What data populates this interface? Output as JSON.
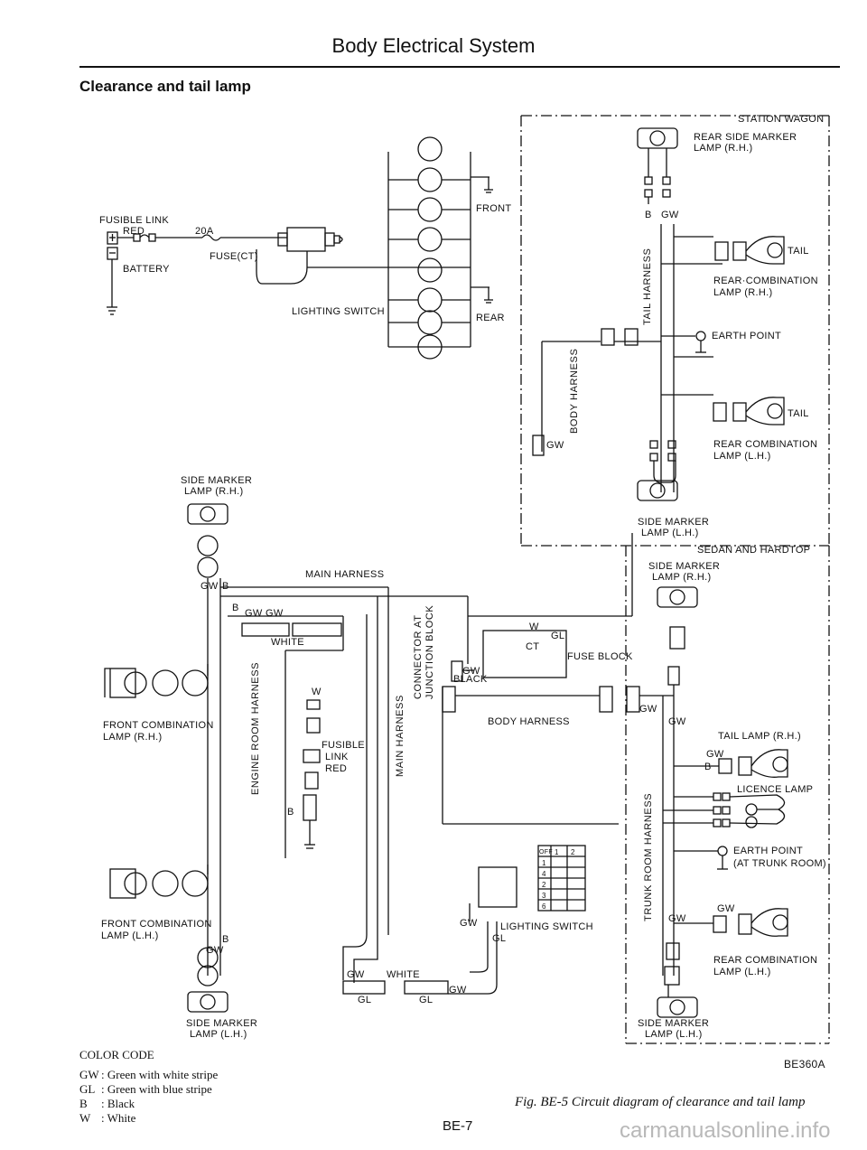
{
  "header": {
    "title": "Body Electrical System",
    "section": "Clearance and tail lamp"
  },
  "labels": {
    "fusible_link_top": "FUSIBLE LINK",
    "red": "RED",
    "amp20": "20A",
    "fuse_ct": "FUSE(CT)",
    "battery": "BATTERY",
    "front": "FRONT",
    "rear": "REAR",
    "lighting_switch": "LIGHTING SWITCH",
    "station_wagon": "STATION WAGON",
    "rear_side_marker_rh": "REAR SIDE MARKER",
    "lamp_rh": "LAMP (R.H.)",
    "lamp_lh": "LAMP (L.H.)",
    "tail": "TAIL",
    "rear_combination_rh": "REAR·COMBINATION",
    "earth_point": "EARTH POINT",
    "rear_combination": "REAR COMBINATION",
    "side_marker": "SIDE MARKER",
    "sedan_hardtop": "SEDAN AND HARDTOP",
    "front_combination": "FRONT COMBINATION",
    "main_harness": "MAIN HARNESS",
    "white": "WHITE",
    "black": "BLACK",
    "fuse_block": "FUSE BLOCK",
    "body_harness": "BODY HARNESS",
    "tail_harness": "TAIL HARNESS",
    "engine_room_harness": "ENGINE ROOM HARNESS",
    "trunk_room_harness": "TRUNK ROOM HARNESS",
    "connector_junction_1": "CONNECTOR AT",
    "connector_junction_2": "JUNCTION BLOCK",
    "fusible": "FUSIBLE",
    "link": "LINK",
    "tail_lamp_rh": "TAIL LAMP (R.H.)",
    "licence_lamp": "LICENCE LAMP",
    "at_trunk_room": "(AT TRUNK ROOM)",
    "ct": "CT",
    "off": "OFF"
  },
  "wires": {
    "gw": "GW",
    "gl": "GL",
    "b": "B",
    "w": "W"
  },
  "switch_table": {
    "head": [
      "1",
      "2"
    ],
    "rows": [
      "1",
      "4",
      "2",
      "3",
      "6"
    ]
  },
  "color_code": {
    "title": "COLOR CODE",
    "items": [
      {
        "code": "GW",
        "desc": ": Green with white stripe"
      },
      {
        "code": "GL",
        "desc": ": Green with blue stripe"
      },
      {
        "code": "B",
        "desc": ": Black"
      },
      {
        "code": "W",
        "desc": ": White"
      }
    ]
  },
  "figure": {
    "id": "BE360A",
    "caption": "Fig. BE-5 Circuit diagram of clearance and tail lamp"
  },
  "page_number": "BE-7",
  "watermark": "carmanualsonline.info"
}
